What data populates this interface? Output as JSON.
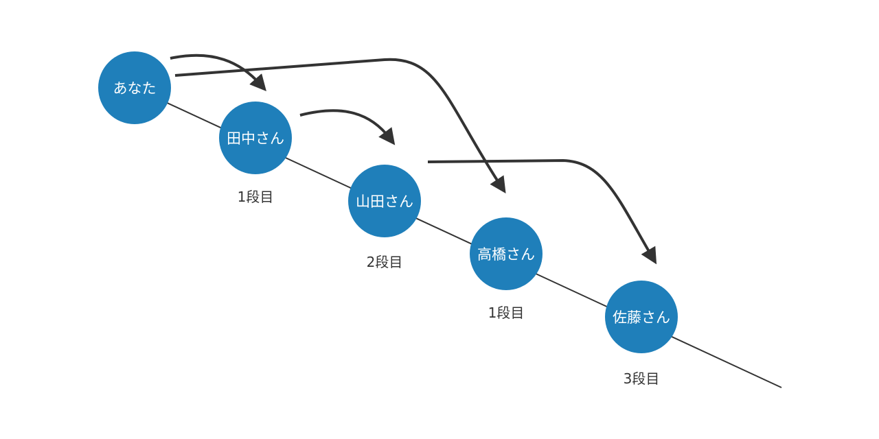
{
  "nodes": [
    {
      "label": "あなた"
    },
    {
      "label": "田中さん",
      "level": "1段目"
    },
    {
      "label": "山田さん",
      "level": "2段目"
    },
    {
      "label": "高橋さん",
      "level": "1段目"
    },
    {
      "label": "佐藤さん",
      "level": "3段目"
    }
  ],
  "colors": {
    "node": "#1f7fba",
    "arrow": "#333333",
    "line": "#333333"
  }
}
